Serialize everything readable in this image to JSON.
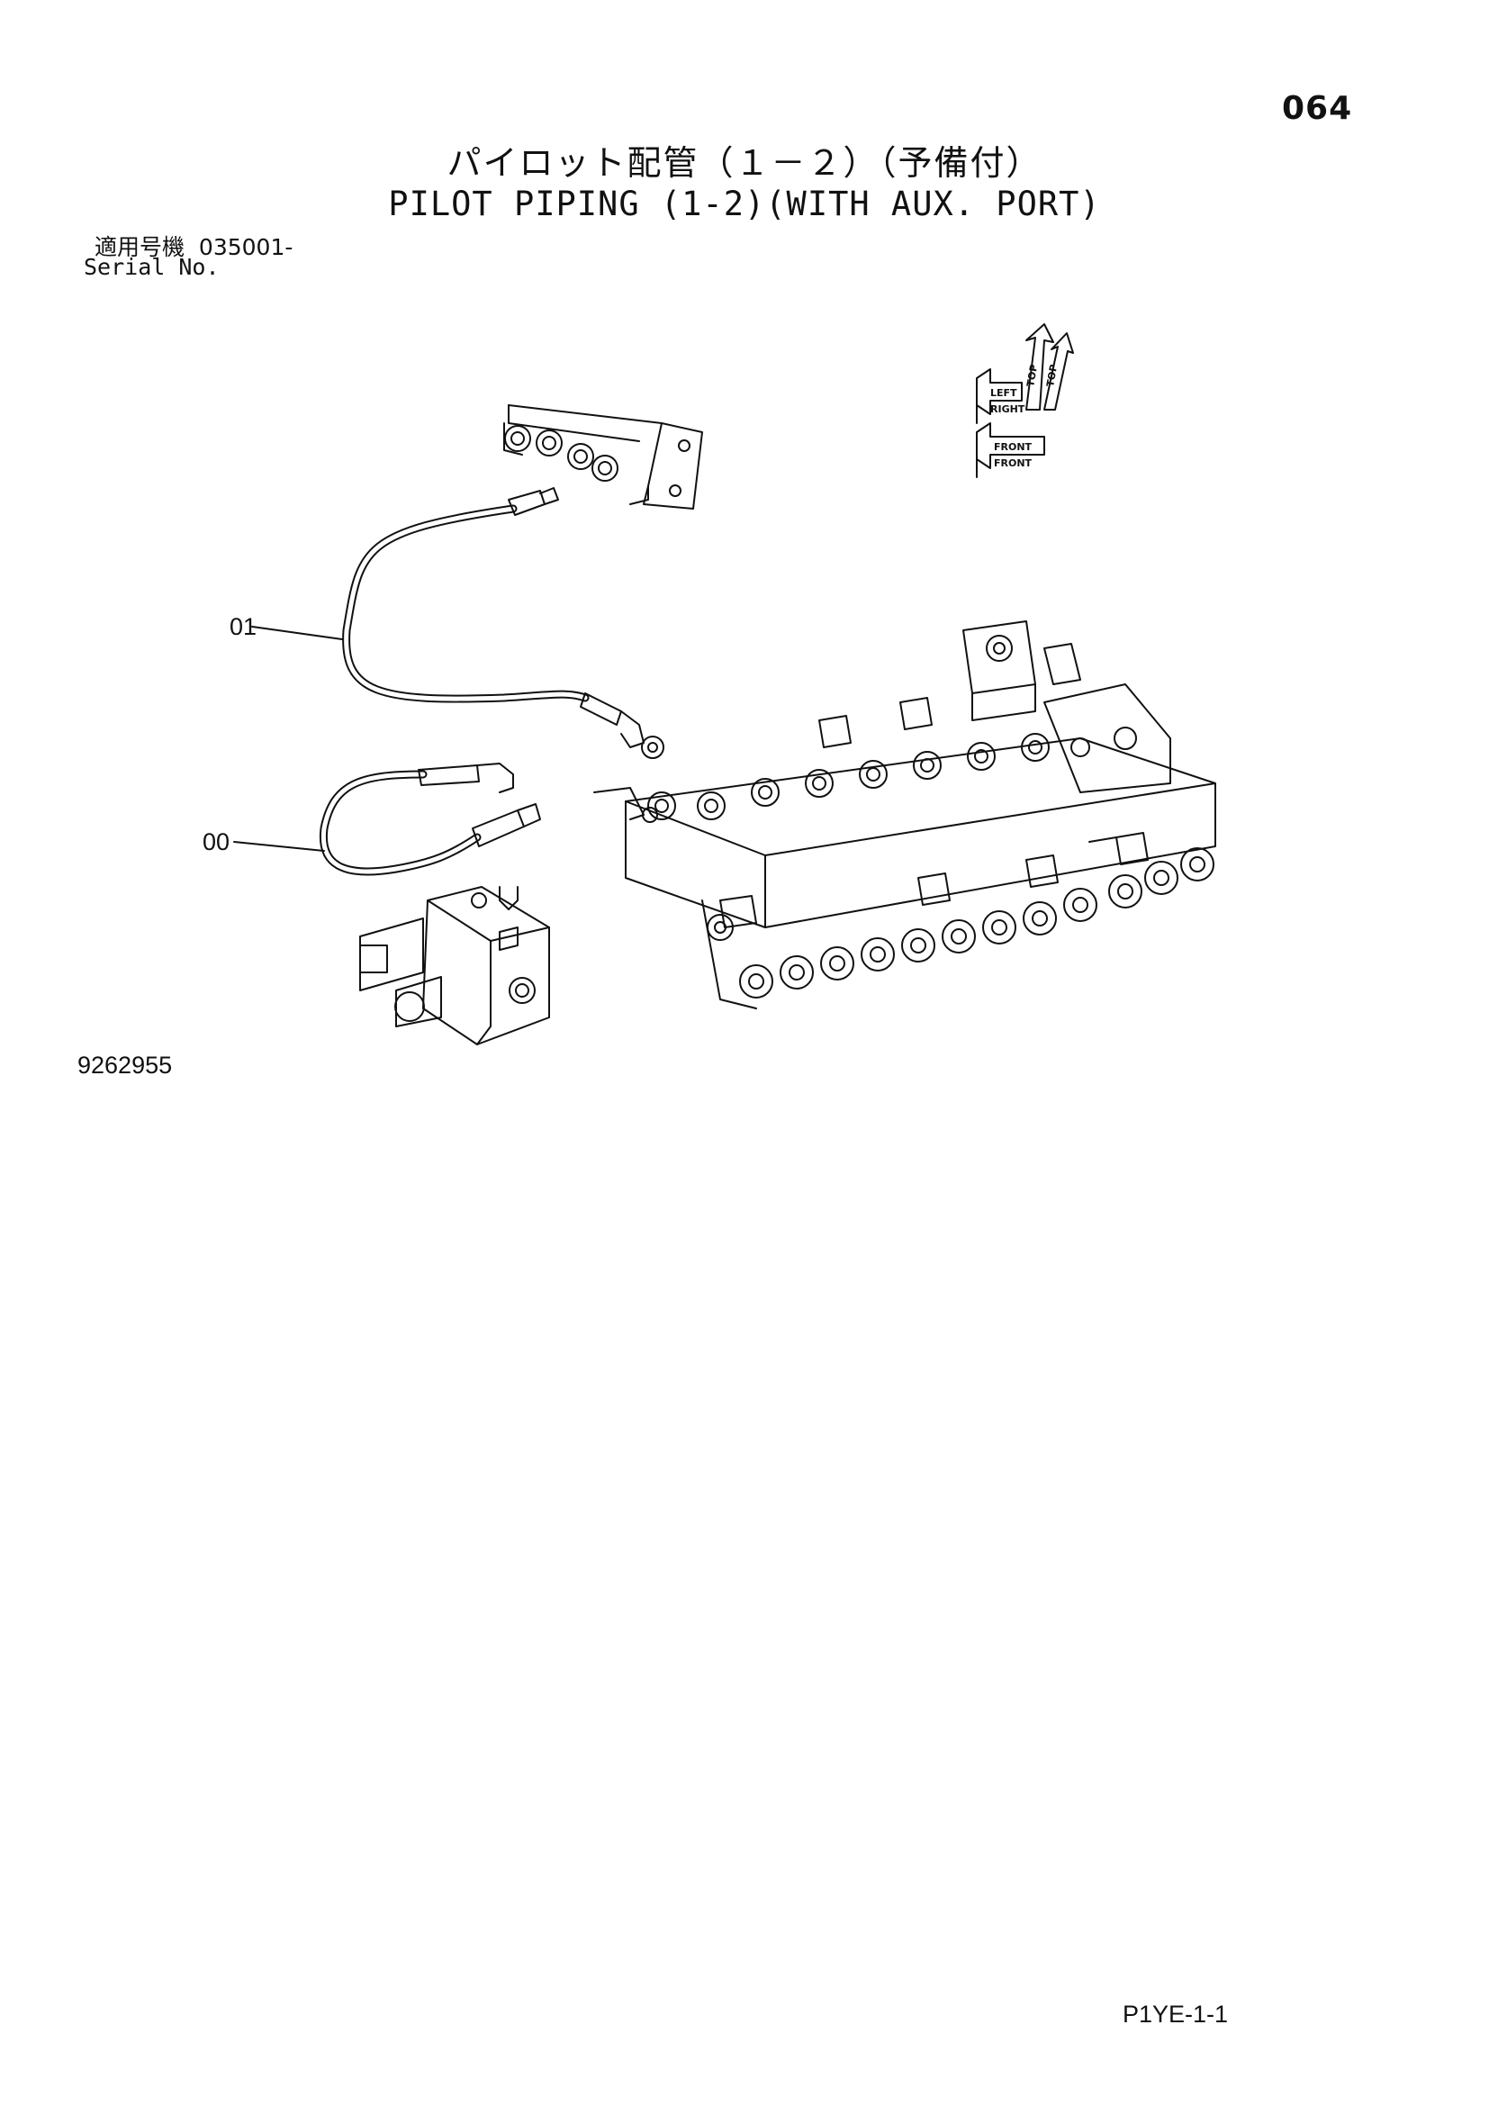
{
  "header": {
    "page_number": "064",
    "title_jp": "パイロット配管（１－２）（予備付）",
    "title_en": "PILOT PIPING (1-2)(WITH AUX. PORT)",
    "serial_label_jp": "適用号機",
    "serial_value": "035001-",
    "serial_label_en": "Serial No."
  },
  "callouts": [
    {
      "label": "01"
    },
    {
      "label": "00"
    }
  ],
  "orientation": {
    "labels": [
      "LEFT",
      "RIGHT",
      "FRONT",
      "FRONT",
      "TOP",
      "TOP"
    ]
  },
  "footer": {
    "drawing_number": "9262955",
    "sheet_code": "P1YE-1-1"
  },
  "colors": {
    "ink": "#111111",
    "paper": "#ffffff"
  }
}
